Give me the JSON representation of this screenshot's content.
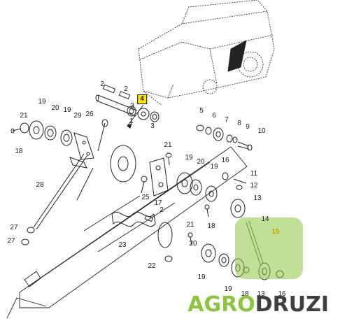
{
  "callouts": {
    "c2a": "2",
    "c2b": "2",
    "c1": "1",
    "c3a": "3",
    "c3b": "3",
    "c4": "4",
    "c19a": "19",
    "c20a": "20",
    "c19b": "19",
    "c21": "21",
    "c29": "29",
    "c18a": "18",
    "c26": "26",
    "c28": "28",
    "c27a": "27",
    "c27b": "27",
    "c23": "23",
    "c25": "25",
    "c2c": "2",
    "c17": "17",
    "c22": "22",
    "c5": "5",
    "c6": "6",
    "c7": "7",
    "c8": "8",
    "c9": "9",
    "c10": "10",
    "c21b": "21",
    "c19c": "19",
    "c20b": "20",
    "c16a": "16",
    "c11": "11",
    "c12": "12",
    "c13a": "13",
    "c18b": "18",
    "c14": "14",
    "c15": "15",
    "c21c": "21",
    "c20c": "20",
    "c19d": "19",
    "c19e": "19",
    "c18c": "18",
    "c13b": "13",
    "c16b": "16"
  },
  "watermark": {
    "part1": "AGRO",
    "part2": "DRUZI"
  }
}
